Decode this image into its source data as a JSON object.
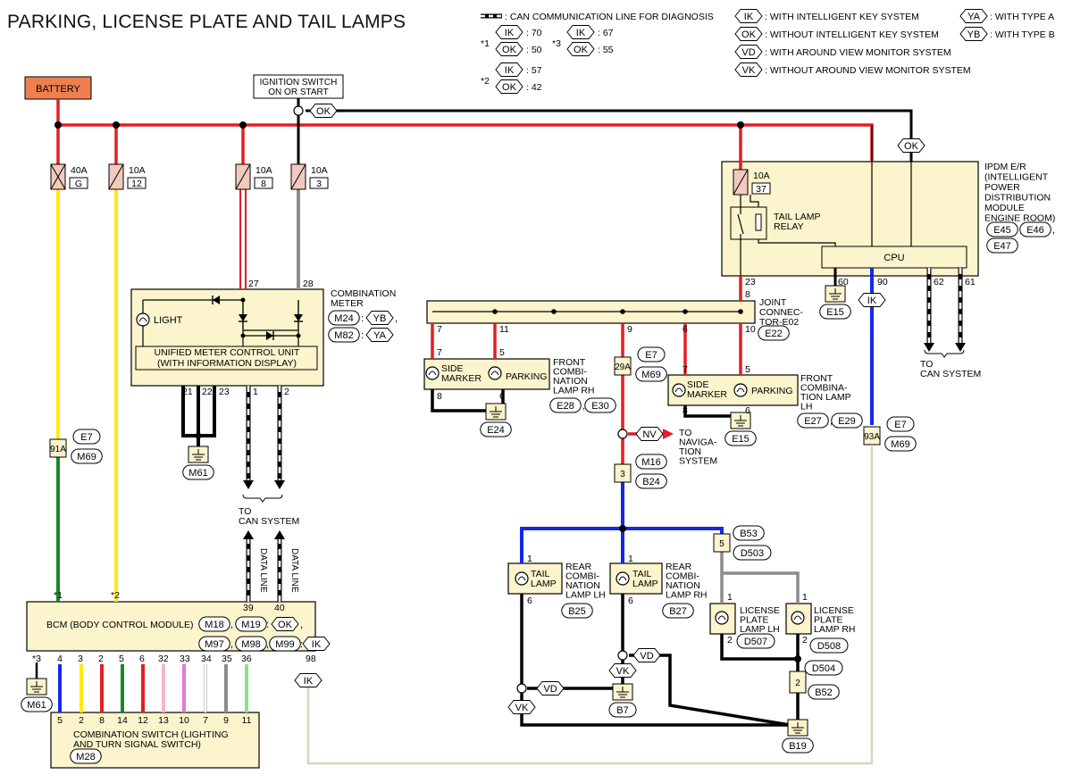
{
  "title": "PARKING, LICENSE PLATE AND TAIL LAMPS",
  "legend": {
    "can_line": ": CAN COMMUNICATION LINE FOR DIAGNOSIS",
    "notes": [
      {
        "mark": "*1",
        "a_code": "IK",
        "a_val": ": 70",
        "b_code": "OK",
        "b_val": ": 50"
      },
      {
        "mark": "*2",
        "a_code": "IK",
        "a_val": ": 57",
        "b_code": "OK",
        "b_val": ": 42"
      },
      {
        "mark": "*3",
        "a_code": "IK",
        "a_val": ": 67",
        "b_code": "OK",
        "b_val": ": 55"
      }
    ],
    "codes": [
      {
        "code": "IK",
        "text": ": WITH INTELLIGENT KEY SYSTEM"
      },
      {
        "code": "OK",
        "text": ": WITHOUT INTELLIGENT KEY SYSTEM"
      },
      {
        "code": "VD",
        "text": ": WITH AROUND VIEW MONITOR SYSTEM"
      },
      {
        "code": "VK",
        "text": ": WITHOUT AROUND VIEW MONITOR SYSTEM"
      },
      {
        "code": "YA",
        "text": ": WITH TYPE A"
      },
      {
        "code": "YB",
        "text": ": WITH TYPE B"
      }
    ]
  },
  "battery": "BATTERY",
  "ignition": {
    "line1": "IGNITION SWITCH",
    "line2": "ON OR START",
    "tag": "OK"
  },
  "fuses": [
    {
      "amp": "40A",
      "id": "G"
    },
    {
      "amp": "10A",
      "id": "12"
    },
    {
      "amp": "10A",
      "id": "8"
    },
    {
      "amp": "10A",
      "id": "3"
    },
    {
      "amp": "10A",
      "id": "37"
    }
  ],
  "combination_meter": {
    "label": [
      "COMBINATION",
      "METER"
    ],
    "conn1": "M24",
    "conn1_opt": "YB",
    "conn2": "M82",
    "conn2_opt": "YA",
    "light": "LIGHT",
    "unit": [
      "UNIFIED METER CONTROL UNIT",
      "(WITH INFORMATION DISPLAY)"
    ],
    "top_pins": [
      "27",
      "28"
    ],
    "bottom_pins": [
      "21",
      "22",
      "23",
      "1",
      "2"
    ],
    "ground": "M61",
    "to_can": [
      "TO",
      "CAN SYSTEM"
    ]
  },
  "data_line": "DATA LINE",
  "data_pins": [
    "39",
    "40"
  ],
  "ipdm": {
    "label": [
      "IPDM E/R",
      "(INTELLIGENT",
      "POWER",
      "DISTRIBUTION",
      "MODULE",
      "ENGINE ROOM)"
    ],
    "conns": [
      "E45",
      "E46",
      "E47"
    ],
    "relay": [
      "TAIL LAMP",
      "RELAY"
    ],
    "cpu": "CPU",
    "pins": [
      "23",
      "60",
      "90",
      "62",
      "61"
    ],
    "pin8": "8",
    "ground": "E15",
    "tag_ik": "IK",
    "tag_ok": "OK",
    "to_can": [
      "TO",
      "CAN SYSTEM"
    ]
  },
  "joint": {
    "label": [
      "JOINT",
      "CONNEC-",
      "TOR-E02"
    ],
    "conn": "E22",
    "pins": [
      "7",
      "11",
      "9",
      "6",
      "10"
    ]
  },
  "front_rh": {
    "side": [
      "SIDE",
      "MARKER"
    ],
    "parking": "PARKING",
    "label": [
      "FRONT",
      "COMBI-",
      "NATION",
      "LAMP RH"
    ],
    "conns": [
      "E28",
      "E30"
    ],
    "pins": [
      "7",
      "5",
      "8",
      "6"
    ],
    "ground": "E24"
  },
  "front_lh": {
    "side": [
      "SIDE",
      "MARKER"
    ],
    "parking": "PARKING",
    "label": [
      "FRONT",
      "COMBINA-",
      "TION LAMP",
      "LH"
    ],
    "conns": [
      "E27",
      "E29"
    ],
    "pins": [
      "7",
      "5",
      "8",
      "6"
    ],
    "ground": "E15"
  },
  "splice_29a": {
    "id": "29A",
    "c1": "E7",
    "c2": "M69"
  },
  "navi": {
    "tag": "NV",
    "text": [
      "TO",
      "NAVIGA-",
      "TION",
      "SYSTEM"
    ]
  },
  "splice_3": {
    "id": "3",
    "c1": "M16",
    "c2": "B24"
  },
  "splice_91a": {
    "id": "91A",
    "c1": "E7",
    "c2": "M69"
  },
  "splice_93a": {
    "id": "93A",
    "c1": "E7",
    "c2": "M69"
  },
  "rear_lh": {
    "lamp": [
      "TAIL",
      "LAMP"
    ],
    "label": [
      "REAR",
      "COMBI-",
      "NATION",
      "LAMP LH"
    ],
    "conn": "B25",
    "pins": [
      "1",
      "6"
    ]
  },
  "rear_rh": {
    "lamp": [
      "TAIL",
      "LAMP"
    ],
    "label": [
      "REAR",
      "COMBI-",
      "NATION",
      "LAMP RH"
    ],
    "conn": "B27",
    "pins": [
      "1",
      "6"
    ]
  },
  "splice_5": {
    "id": "5",
    "c1": "B53",
    "c2": "D503"
  },
  "license_lh": {
    "label": [
      "LICENSE",
      "PLATE",
      "LAMP LH"
    ],
    "conn": "D507",
    "pins": [
      "1",
      "2"
    ]
  },
  "license_rh": {
    "label": [
      "LICENSE",
      "PLATE",
      "LAMP RH"
    ],
    "conn": "D508",
    "pins": [
      "1",
      "2"
    ]
  },
  "splice_2": {
    "id": "2",
    "c1": "D504",
    "c2": "B52"
  },
  "grounds": {
    "b7": "B7",
    "b19": "B19"
  },
  "variant_tags": {
    "vd": "VD",
    "vk": "VK",
    "ik": "IK"
  },
  "bcm": {
    "label": "BCM (BODY CONTROL MODULE)",
    "conns_row1": [
      "M18",
      "M19",
      "OK"
    ],
    "conns_row2": [
      "M97",
      "M98",
      "M99",
      "IK"
    ],
    "top_marks": [
      "*1",
      "*2"
    ],
    "bottom_pins": [
      "*3",
      "4",
      "3",
      "2",
      "5",
      "6",
      "32",
      "33",
      "34",
      "35",
      "36",
      "98"
    ],
    "ground": "M61"
  },
  "combination_switch": {
    "label": [
      "COMBINATION SWITCH (LIGHTING",
      "AND TURN SIGNAL SWITCH)"
    ],
    "conn": "M28",
    "pins": [
      "5",
      "2",
      "8",
      "14",
      "12",
      "13",
      "10",
      "7",
      "9",
      "11"
    ]
  },
  "colors": {
    "battery_fill": "#ef7f4f",
    "box_fill": "#fbf4cc",
    "red": "#e31e24",
    "black": "#000000",
    "gray": "#8c8c8c",
    "yellow": "#ffe814",
    "green": "#168a28",
    "blue": "#1428e6",
    "pink": "#f7b6c8",
    "violet": "#e07ad8",
    "white": "#ffffff",
    "light_green": "#8ee08a",
    "shield": "#d8d6b8"
  }
}
